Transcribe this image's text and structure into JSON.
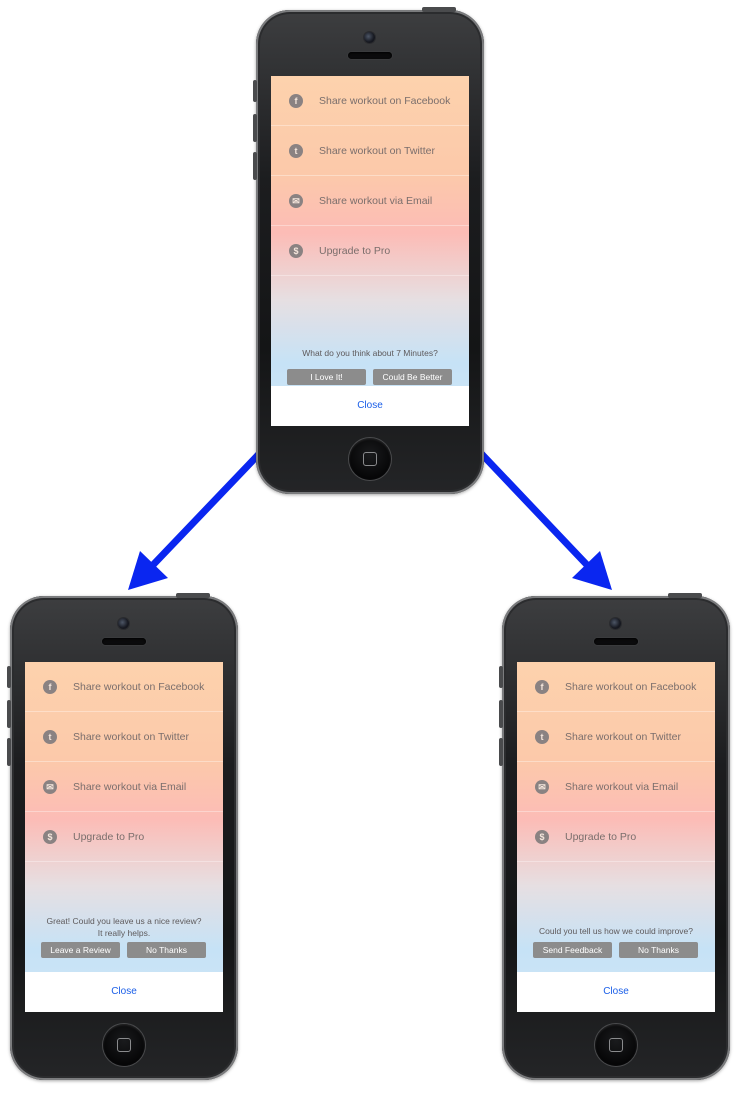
{
  "menu": [
    {
      "icon": "facebook-icon",
      "glyph": "f",
      "label": "Share workout on Facebook"
    },
    {
      "icon": "twitter-icon",
      "glyph": "t",
      "label": "Share workout on Twitter"
    },
    {
      "icon": "email-icon",
      "glyph": "✉",
      "label": "Share workout via Email"
    },
    {
      "icon": "dollar-icon",
      "glyph": "$",
      "label": "Upgrade to Pro"
    }
  ],
  "close_label": "Close",
  "phone_top": {
    "prompt_lines": [
      "What do you think about 7 Minutes?"
    ],
    "button_left": "I Love It!",
    "button_right": "Could Be Better"
  },
  "phone_left": {
    "prompt_lines": [
      "Great! Could you leave us a nice review?",
      "It really helps."
    ],
    "button_left": "Leave a Review",
    "button_right": "No Thanks"
  },
  "phone_right": {
    "prompt_lines": [
      "Could you tell us how we could improve?"
    ],
    "button_left": "Send Feedback",
    "button_right": "No Thanks"
  },
  "colors": {
    "arrow": "#0a26f0",
    "close_text": "#1a5ee8",
    "button_bg": "#8c8c8c"
  }
}
